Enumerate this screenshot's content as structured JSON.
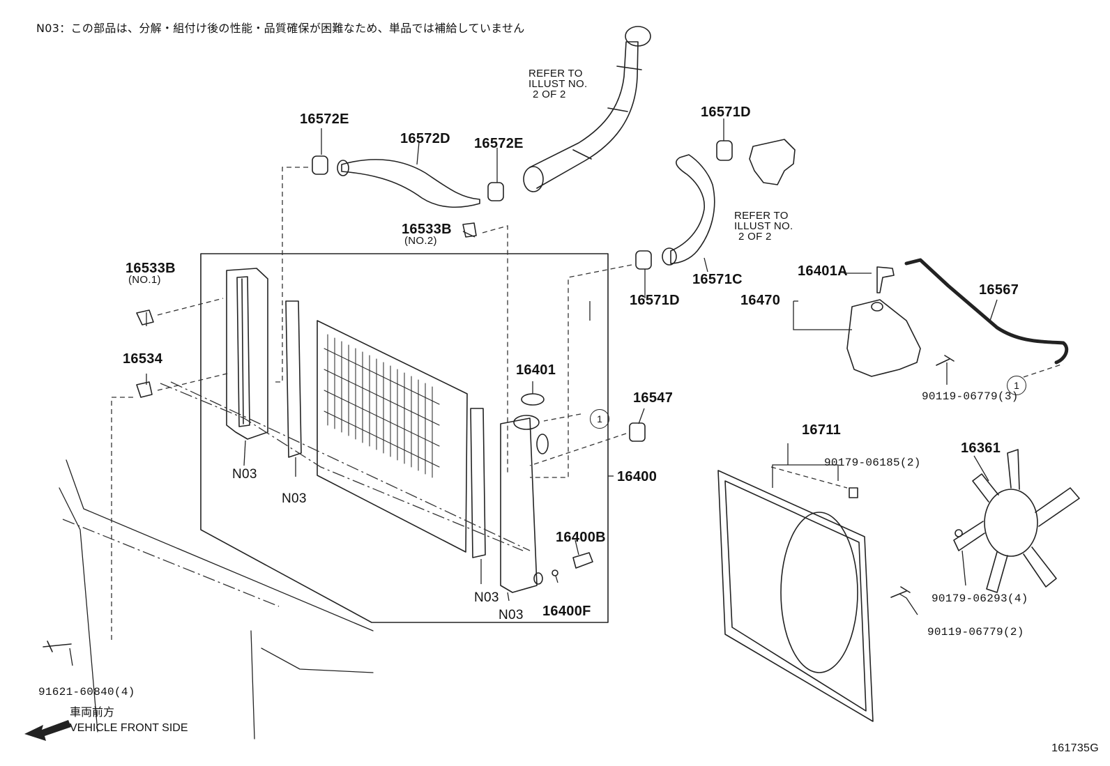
{
  "header_note": "N03：この部品は、分解・組付け後の性能・品質確保が困難なため、単品では補給していません",
  "refer_note": [
    "REFER TO",
    "ILLUST NO.",
    "2 OF 2"
  ],
  "front_label": {
    "jp": "車両前方",
    "en": "VEHICLE FRONT SIDE"
  },
  "illustration_id": "161735G",
  "circle_ref": "1",
  "parts": {
    "p16572E_a": "16572E",
    "p16572D": "16572D",
    "p16572E_b": "16572E",
    "p16571D_top": "16571D",
    "p16533B_no2": "16533B",
    "p16533B_no2_sub": "(NO.2)",
    "p16533B_no1": "16533B",
    "p16533B_no1_sub": "(NO.1)",
    "p16534": "16534",
    "p16571D_low": "16571D",
    "p16571C": "16571C",
    "p16401A": "16401A",
    "p16470": "16470",
    "p16567": "16567",
    "p16401": "16401",
    "p16547": "16547",
    "p16400": "16400",
    "p16400B": "16400B",
    "p16400F": "16400F",
    "p90119_3": "90119-06779(3)",
    "p16711": "16711",
    "p90179_2": "90179-06185(2)",
    "p16361": "16361",
    "p90179_4": "90179-06293(4)",
    "p90119_2": "90119-06779(2)",
    "p91621": "91621-60840(4)",
    "n03": "N03"
  }
}
